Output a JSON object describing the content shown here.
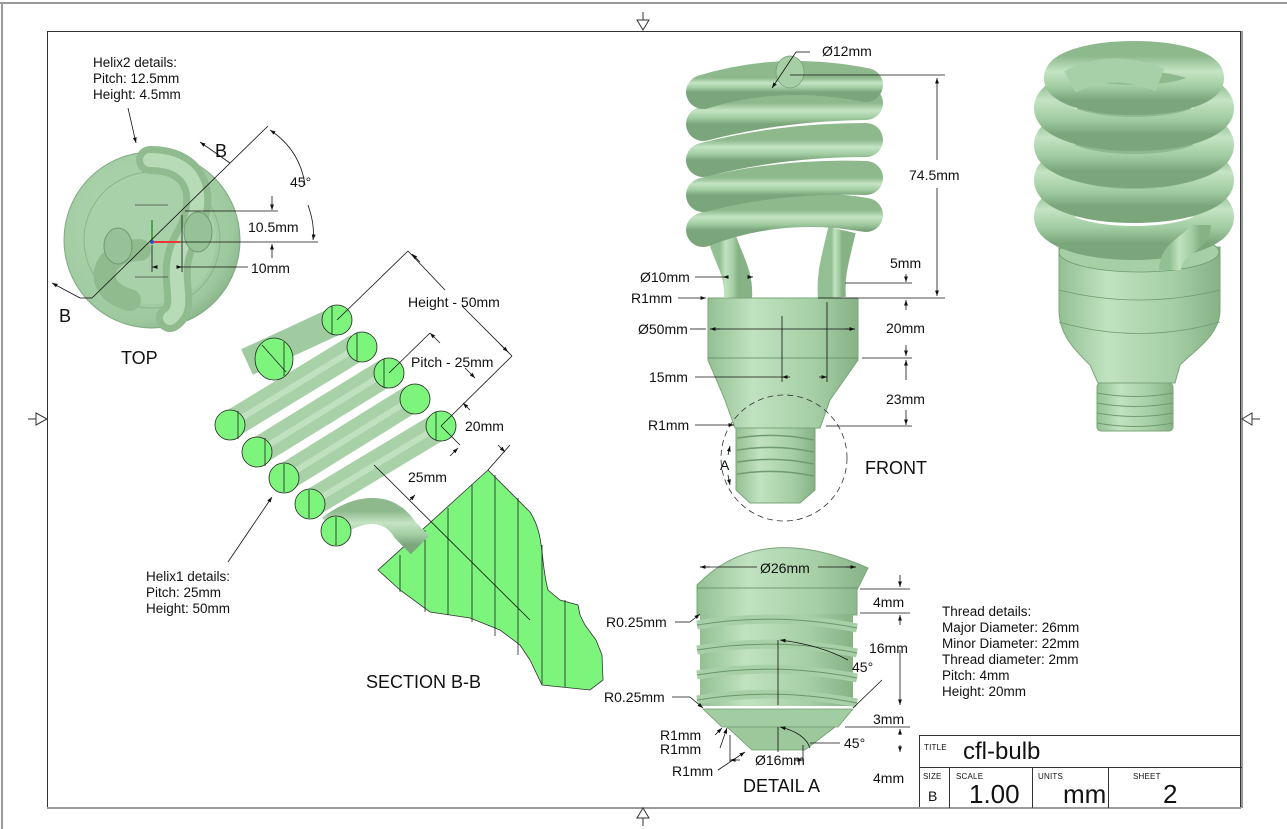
{
  "drawing": {
    "colors": {
      "model": "#a2cda2",
      "model_dark": "#7faa7f",
      "model_light": "#c2e3c2",
      "section_fill": "#7df57d",
      "line": "#111111",
      "frame_outer": "#9a9a9a"
    },
    "views": {
      "top": {
        "label": "TOP",
        "section_letter_1": "B",
        "section_letter_2": "B",
        "helix2_note": [
          "Helix2 details:",
          "Pitch: 12.5mm",
          "Height: 4.5mm"
        ],
        "dims": {
          "angle": "45°",
          "offset_v": "10.5mm",
          "offset_h": "10mm"
        }
      },
      "section": {
        "label": "SECTION B-B",
        "helix1_note": [
          "Helix1 details:",
          "Pitch: 25mm",
          "Height: 50mm"
        ],
        "dims": {
          "height": "Height - 50mm",
          "pitch": "Pitch - 25mm",
          "d20": "20mm",
          "d25": "25mm"
        }
      },
      "front": {
        "label": "FRONT",
        "detail_marker": "A",
        "dims": {
          "tube_dia": "Ø12mm",
          "coil_height": "74.5mm",
          "leg_dia": "Ø10mm",
          "leg_offset": "5mm",
          "fillet_top": "R1mm",
          "body_dia": "Ø50mm",
          "body_height": "20mm",
          "leg_spacing": "15mm",
          "neck_height": "23mm",
          "fillet_neck": "R1mm"
        }
      },
      "detail": {
        "label": "DETAIL A",
        "dims": {
          "major_dia": "Ø26mm",
          "top_band": "4mm",
          "fillet_a": "R0.25mm",
          "thread_len": "16mm",
          "angle_a": "45°",
          "fillet_b": "R0.25mm",
          "band2": "3mm",
          "r1": "R1mm",
          "r2": "R1mm",
          "angle_b": "45°",
          "tip_dia": "Ø16mm",
          "r3": "R1mm",
          "tip_len": "4mm"
        },
        "thread_note": [
          "Thread details:",
          "Major Diameter: 26mm",
          "Minor Diameter: 22mm",
          "Thread diameter: 2mm",
          "Pitch: 4mm",
          "Height: 20mm"
        ]
      }
    },
    "title_block": {
      "title_caption": "TITLE",
      "title": "cfl-bulb",
      "size_caption": "SIZE",
      "size": "B",
      "scale_caption": "SCALE",
      "scale": "1.00",
      "units_caption": "UNITS",
      "units": "mm",
      "sheet_caption": "SHEET",
      "sheet": "2"
    }
  }
}
